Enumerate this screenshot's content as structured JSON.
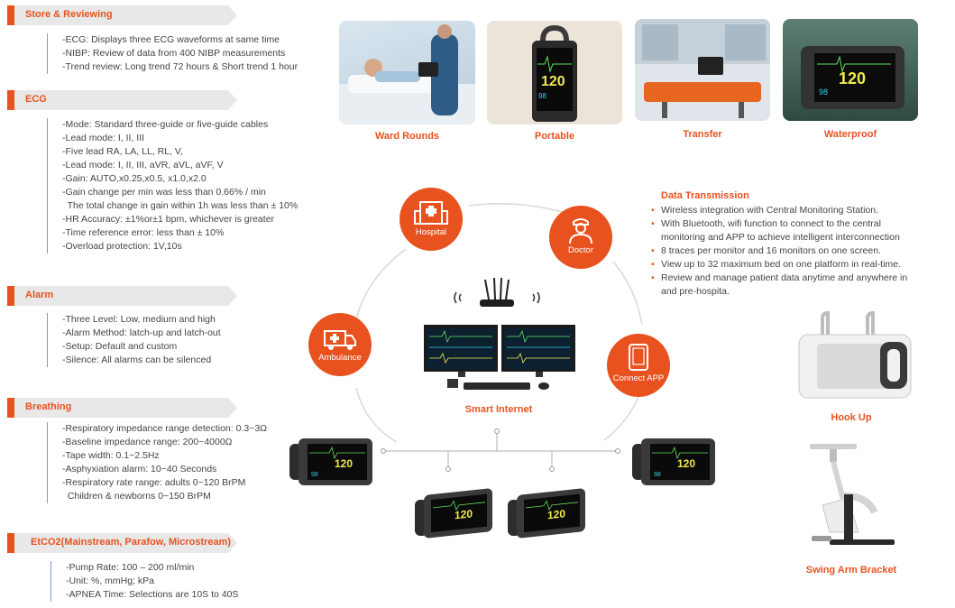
{
  "sections": [
    {
      "title": "Store & Reviewing",
      "lines": [
        "-ECG: Displays three ECG waveforms at same time",
        "-NIBP: Review of data from 400 NIBP measurements",
        "-Trend review: Long trend 72 hours & Short trend 1 hour"
      ]
    },
    {
      "title": "ECG",
      "lines": [
        "-Mode: Standard three-guide or five-guide cables",
        "-Lead mode: I, II, III",
        "-Five lead RA, LA, LL, RL, V,",
        "-Lead mode: I, II, III, aVR, aVL, aVF, V",
        "-Gain: AUTO,x0.25,x0.5, x1.0,x2.0",
        "-Gain change per min was less than 0.66% / min",
        "  The total change in gain within 1h was less than ± 10%",
        "-HR Accuracy: ±1%or±1 bpm, whichever is greater",
        "-Time reference error: less than ± 10%",
        "-Overload protection: 1V,10s"
      ]
    },
    {
      "title": "Alarm",
      "lines": [
        "-Three Level: Low, medium and high",
        "-Alarm Method: latch-up and latch-out",
        "-Setup: Default and custom",
        "-Silence: All alarms can be silenced"
      ]
    },
    {
      "title": "Breathing",
      "lines": [
        "-Respiratory impedance range detection: 0.3~3Ω",
        "-Baseline impedance range: 200~4000Ω",
        "-Tape width: 0.1~2.5Hz",
        "-Asphyxiation alarm: 10~40 Seconds",
        "-Respiratory rate range: adults 0~120 BrPM",
        "  Children & newborns 0~150 BrPM"
      ]
    },
    {
      "title": "EtCO2(Mainstream, Parafow, Microstream)",
      "lines": [
        "-Pump Rate: 100 – 200 ml/min",
        "-Unit: %, mmHg; kPa",
        "-APNEA Time: Selections are 10S to 40S"
      ]
    }
  ],
  "photos": [
    "Ward Rounds",
    "Portable",
    "Transfer",
    "Waterproof"
  ],
  "network": {
    "nodes": [
      "Hospital",
      "Doctor",
      "Ambulance",
      "Connect APP"
    ],
    "center_label": "Smart Internet"
  },
  "data_transmission": {
    "title": "Data Transmission",
    "items": [
      "Wireless integration with Central Monitoring Station.",
      "With Bluetooth, wifi function to connect to the central monitoring and APP to achieve intelligent interconnection",
      "8 traces per monitor and 16 monitors on one screen.",
      "View up to 32 maximum bed on one platform in real-time.",
      "Review and manage patient data anytime and anywhere in and pre-hospita."
    ]
  },
  "mounts": [
    "Hook Up",
    "Swing Arm Bracket"
  ],
  "monitor_screen": {
    "hr": "120",
    "spo2": "98"
  },
  "colors": {
    "accent": "#e8521f",
    "rule": "#7a9bd1",
    "header_bg": "#e8e8e8"
  }
}
